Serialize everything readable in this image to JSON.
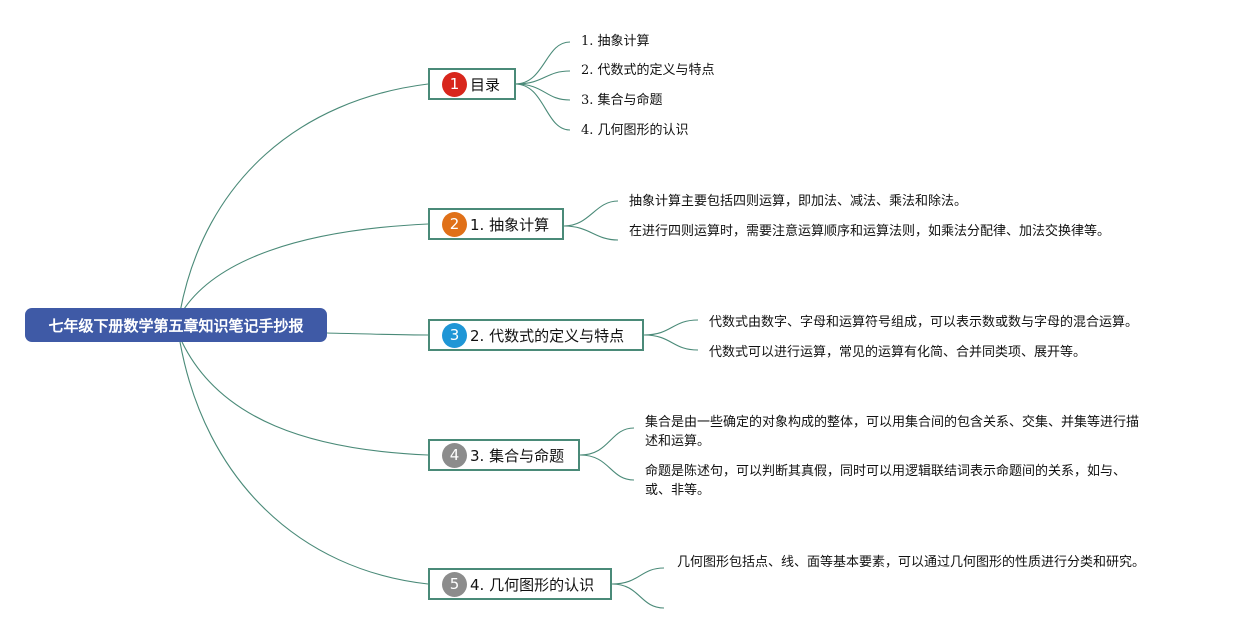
{
  "root": {
    "title": "七年级下册数学第五章知识笔记手抄报"
  },
  "colors": {
    "root_bg": "#3f5aa6",
    "line": "#4a8a78",
    "badge_1": "#d8261c",
    "badge_2": "#e07018",
    "badge_3": "#1f96d6",
    "badge_4": "#8c8c8c",
    "badge_5": "#8c8c8c"
  },
  "topics": [
    {
      "number": "1",
      "label": "目录"
    },
    {
      "number": "2",
      "label": "1. 抽象计算"
    },
    {
      "number": "3",
      "label": "2. 代数式的定义与特点"
    },
    {
      "number": "4",
      "label": "3. 集合与命题"
    },
    {
      "number": "5",
      "label": "4. 几何图形的认识"
    }
  ],
  "toc_items": [
    "1. 抽象计算",
    "2. 代数式的定义与特点",
    "3. 集合与命题",
    "4. 几何图形的认识"
  ],
  "abstract_calc": [
    "抽象计算主要包括四则运算，即加法、减法、乘法和除法。",
    "在进行四则运算时，需要注意运算顺序和运算法则，如乘法分配律、加法交换律等。"
  ],
  "algebraic": [
    "代数式由数字、字母和运算符号组成，可以表示数或数与字母的混合运算。",
    "代数式可以进行运算，常见的运算有化简、合并同类项、展开等。"
  ],
  "sets": [
    "集合是由一些确定的对象构成的整体，可以用集合间的包含关系、交集、并集等进行描述和运算。",
    "命题是陈述句，可以判断其真假，同时可以用逻辑联结词表示命题间的关系，如与、或、非等。"
  ],
  "geometry": [
    "几何图形包括点、线、面等基本要素，可以通过几何图形的性质进行分类和研究。"
  ]
}
